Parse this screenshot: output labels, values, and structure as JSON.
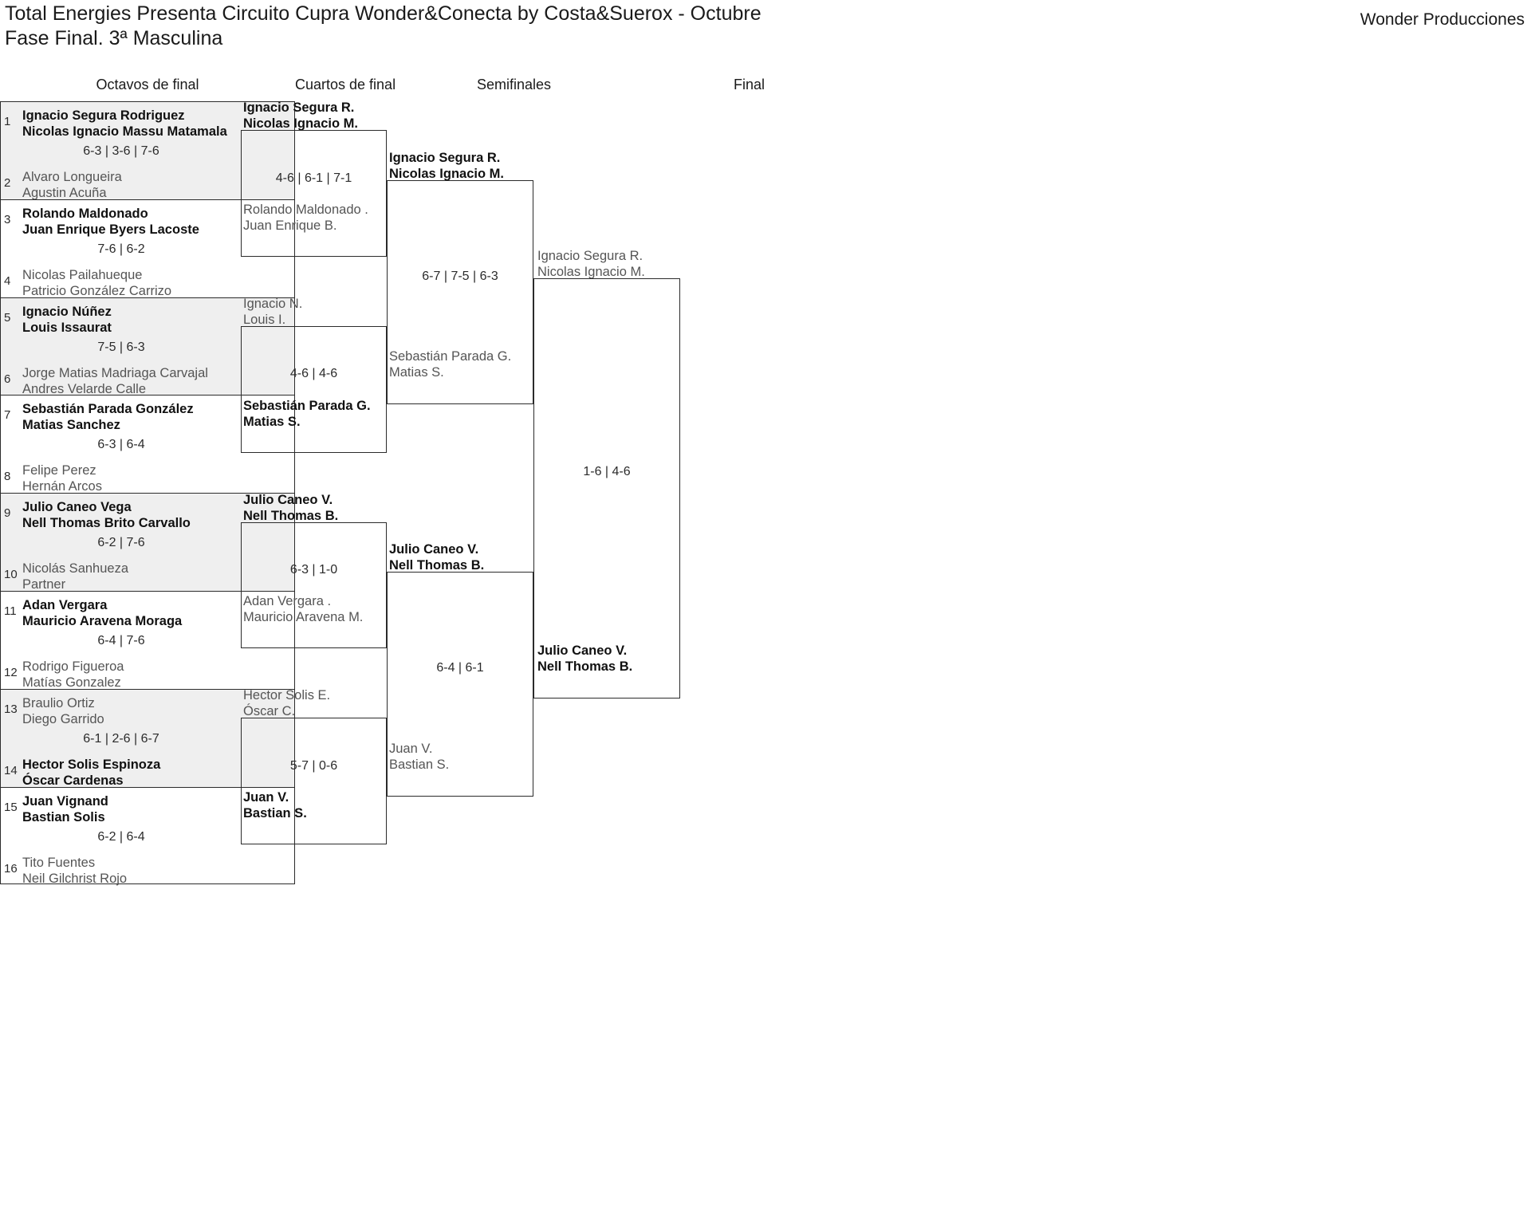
{
  "header": {
    "title": "Total Energies Presenta Circuito Cupra Wonder&Conecta by Costa&Suerox - Octubre\nFase Final. 3ª Masculina",
    "producer": "Wonder Producciones"
  },
  "rounds": [
    {
      "label": "Octavos de final"
    },
    {
      "label": "Cuartos de final"
    },
    {
      "label": "Semifinales"
    },
    {
      "label": "Final"
    }
  ],
  "round1": [
    {
      "seed_top": "1",
      "top": "Ignacio Segura Rodriguez\nNicolas Ignacio Massu Matamala",
      "top_winner": true,
      "seed_bottom": "2",
      "bottom": "Alvaro Longueira\nAgustin Acuña",
      "bottom_winner": false,
      "score": "6-3 | 3-6 | 7-6"
    },
    {
      "seed_top": "3",
      "top": "Rolando Maldonado\nJuan Enrique Byers Lacoste",
      "top_winner": true,
      "seed_bottom": "4",
      "bottom": "Nicolas Pailahueque\nPatricio González Carrizo",
      "bottom_winner": false,
      "score": "7-6 | 6-2"
    },
    {
      "seed_top": "5",
      "top": "Ignacio Núñez\nLouis Issaurat",
      "top_winner": true,
      "seed_bottom": "6",
      "bottom": "Jorge Matias Madriaga Carvajal\nAndres Velarde Calle",
      "bottom_winner": false,
      "score": "7-5 | 6-3"
    },
    {
      "seed_top": "7",
      "top": "Sebastián Parada González\nMatias Sanchez",
      "top_winner": true,
      "seed_bottom": "8",
      "bottom": "Felipe Perez\nHernán Arcos",
      "bottom_winner": false,
      "score": "6-3 | 6-4"
    },
    {
      "seed_top": "9",
      "top": "Julio Caneo Vega\nNell Thomas Brito Carvallo",
      "top_winner": true,
      "seed_bottom": "10",
      "bottom": "Nicolás Sanhueza\nPartner",
      "bottom_winner": false,
      "score": "6-2 | 7-6"
    },
    {
      "seed_top": "11",
      "top": "Adan Vergara\nMauricio Aravena Moraga",
      "top_winner": true,
      "seed_bottom": "12",
      "bottom": "Rodrigo Figueroa\nMatías Gonzalez",
      "bottom_winner": false,
      "score": "6-4 | 7-6"
    },
    {
      "seed_top": "13",
      "top": "Braulio Ortiz\nDiego Garrido",
      "top_winner": false,
      "seed_bottom": "14",
      "bottom": "Hector Solis Espinoza\nÓscar Cardenas",
      "bottom_winner": true,
      "score": "6-1 | 2-6 | 6-7"
    },
    {
      "seed_top": "15",
      "top": "Juan Vignand\nBastian Solis",
      "top_winner": true,
      "seed_bottom": "16",
      "bottom": "Tito Fuentes\nNeil Gilchrist Rojo",
      "bottom_winner": false,
      "score": "6-2 | 6-4"
    }
  ],
  "round2": [
    {
      "top": "Ignacio Segura R.\nNicolas Ignacio M.",
      "top_winner": true,
      "bottom": "Rolando Maldonado .\nJuan Enrique B.",
      "bottom_winner": false,
      "score": "4-6 | 6-1 | 7-1"
    },
    {
      "top": "Ignacio N.\nLouis I.",
      "top_winner": false,
      "bottom": "Sebastián Parada G.\nMatias S.",
      "bottom_winner": true,
      "score": "4-6 | 4-6"
    },
    {
      "top": "Julio Caneo V.\nNell Thomas B.",
      "top_winner": true,
      "bottom": "Adan Vergara .\nMauricio Aravena M.",
      "bottom_winner": false,
      "score": "6-3 | 1-0"
    },
    {
      "top": "Hector Solis E.\nÓscar C.",
      "top_winner": false,
      "bottom": "Juan V.\nBastian S.",
      "bottom_winner": true,
      "score": "5-7 | 0-6"
    }
  ],
  "round3": [
    {
      "top": "Ignacio Segura R.\nNicolas Ignacio M.",
      "top_winner": true,
      "bottom": "Sebastián Parada G.\nMatias S.",
      "bottom_winner": false,
      "score": "6-7 | 7-5 | 6-3"
    },
    {
      "top": "Julio Caneo V.\nNell Thomas B.",
      "top_winner": true,
      "bottom": "Juan V.\nBastian S.",
      "bottom_winner": false,
      "score": "6-4 | 6-1"
    }
  ],
  "round4": [
    {
      "top": "Ignacio Segura R.\nNicolas Ignacio M.",
      "top_winner": false,
      "bottom": "Julio Caneo V.\nNell Thomas B.",
      "bottom_winner": true,
      "score": "1-6 | 4-6"
    }
  ]
}
